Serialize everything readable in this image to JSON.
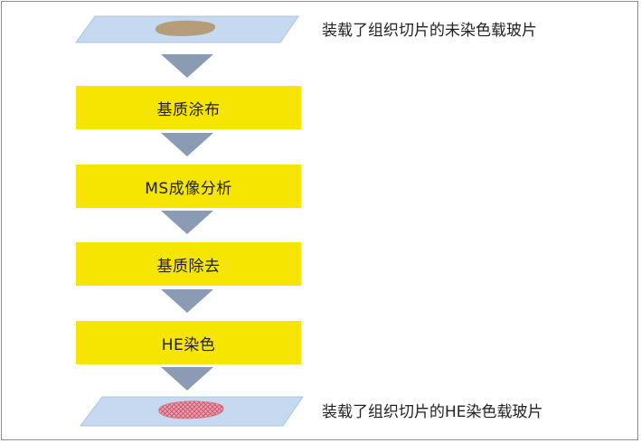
{
  "top_caption": "装载了组织切片的未染色载玻片",
  "bottom_caption": "装载了组织切片的HE染色载玻片",
  "steps": [
    {
      "label": "基质涂布"
    },
    {
      "label": "MS成像分析"
    },
    {
      "label": "基质除去"
    },
    {
      "label": "HE染色"
    }
  ],
  "colors": {
    "step_box": "#f5e500",
    "arrow": "#8b9bb4",
    "slide_fill": "#c5daf0",
    "slide_edge": "#a9c3e2",
    "tissue_unstained": "#b59d7a",
    "tissue_stained": "#e2899a"
  },
  "icons": [
    "down-arrow-icon",
    "glass-slide-icon",
    "tissue-section-icon"
  ]
}
